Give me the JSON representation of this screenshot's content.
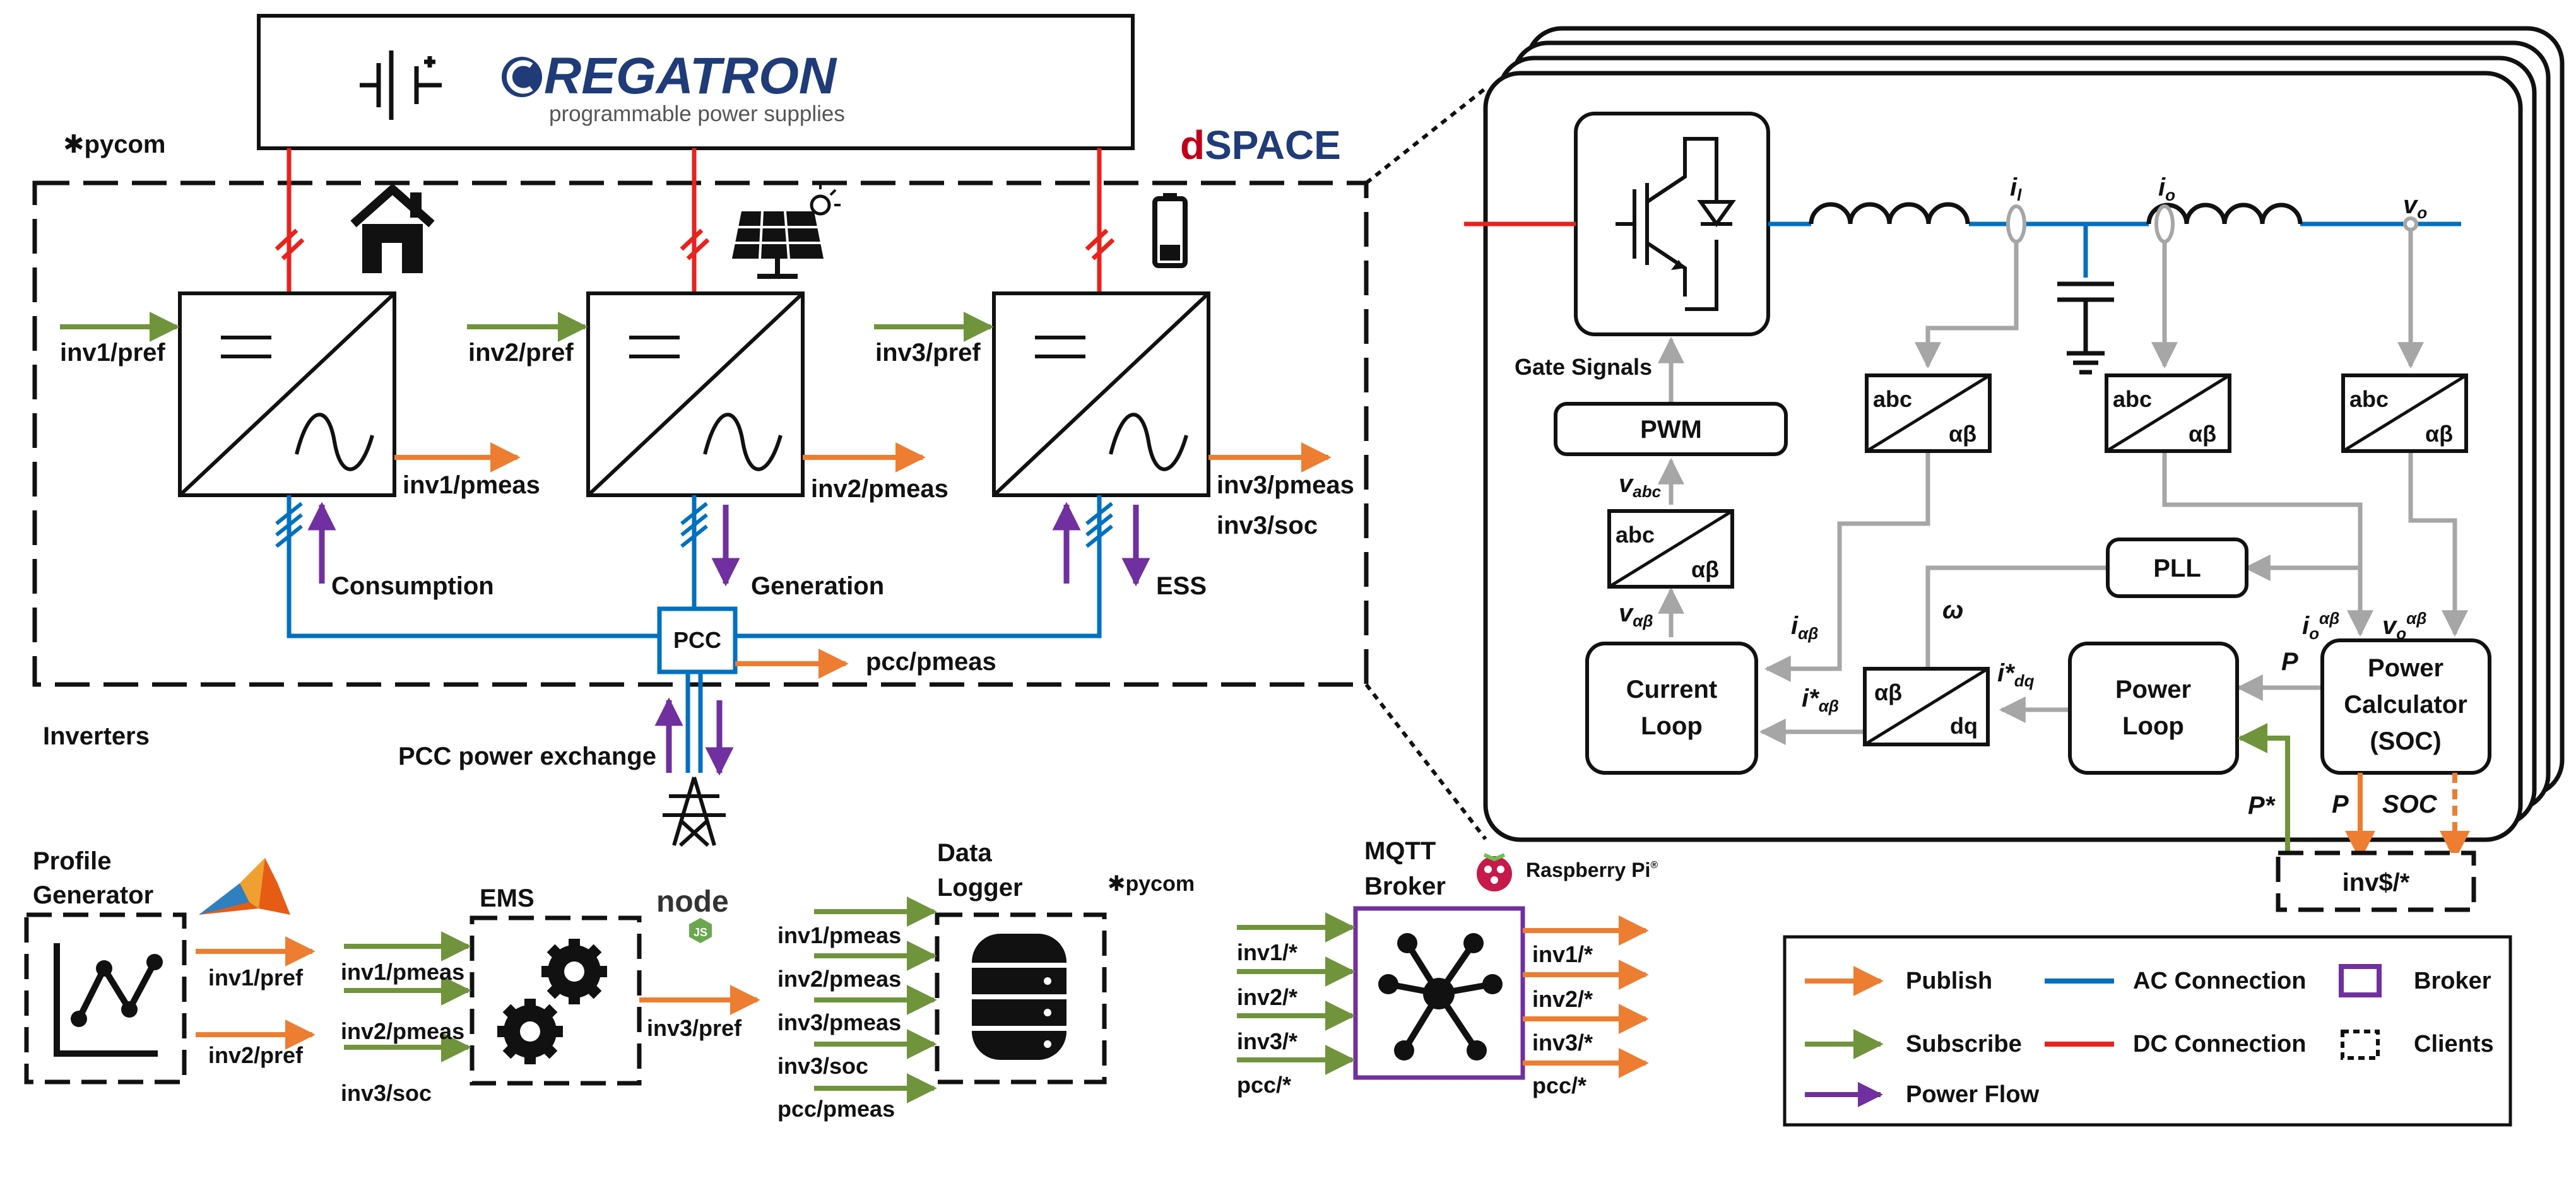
{
  "colors": {
    "ac": "#0070c0",
    "dc": "#e8221d",
    "publish": "#ed7d31",
    "subscribe": "#70943c",
    "power": "#7030a0",
    "control": "#a6a6a6",
    "regatron_blue": "#1f3b78",
    "dspace_red": "#c0001a",
    "dspace_blue": "#1f3b78"
  },
  "header": {
    "brand": "REGATRON",
    "tagline": "programmable power supplies",
    "dspace_d": "d",
    "dspace_rest": "SPACE",
    "pycom": "pycom"
  },
  "inverters": {
    "section_label": "Inverters",
    "inv1": {
      "input": "inv1/pref",
      "output": "inv1/pmeas",
      "flow_label": "Consumption",
      "icon": "house-icon"
    },
    "inv2": {
      "input": "inv2/pref",
      "output": "inv2/pmeas",
      "flow_label": "Generation",
      "icon": "solar-panel-icon"
    },
    "inv3": {
      "input": "inv3/pref",
      "output": "inv3/pmeas",
      "output2": "inv3/soc",
      "flow_label": "ESS",
      "icon": "battery-icon"
    },
    "pcc": {
      "label": "PCC",
      "output": "pcc/pmeas",
      "exchange_label": "PCC power exchange",
      "grid_icon": "transmission-tower-icon"
    }
  },
  "control": {
    "blocks": {
      "pwm": "PWM",
      "pll": "PLL",
      "current_loop": [
        "Current",
        "Loop"
      ],
      "power_loop": [
        "Power",
        "Loop"
      ],
      "power_calc": [
        "Power",
        "Calculator",
        "(SOC)"
      ],
      "abc": "abc",
      "alphabeta": "αβ",
      "dq": "dq"
    },
    "gate_signals": "Gate Signals",
    "labels": {
      "il": "i",
      "il_sub": "l",
      "io": "i",
      "io_sub": "o",
      "vo": "v",
      "vo_sub": "o",
      "vabc": "v",
      "vabc_sub": "abc",
      "vab": "v",
      "vab_sub": "αβ",
      "iab": "i",
      "iab_sub": "αβ",
      "omega": "ω",
      "istar_ab": "i*",
      "istar_ab_sub": "αβ",
      "istar_dq": "i*",
      "istar_dq_sub": "dq",
      "io_ab": "i",
      "io_ab_sub": "o",
      "io_ab_sup": "αβ",
      "vo_ab": "v",
      "vo_ab_sub": "o",
      "vo_ab_sup": "αβ",
      "p": "P",
      "p_out": "P",
      "soc": "SOC",
      "pstar": "P*"
    },
    "client_box": "inv$/*"
  },
  "bottom": {
    "profile_generator": {
      "title": [
        "Profile",
        "Generator"
      ],
      "outputs": [
        "inv1/pref",
        "inv2/pref"
      ],
      "icon": "matlab-icon"
    },
    "ems": {
      "title": "EMS",
      "inputs": [
        "inv1/pmeas",
        "inv2/pmeas",
        "inv3/soc"
      ],
      "output": "inv3/pref",
      "icon": "nodejs-icon",
      "node_word": "node",
      "node_badge": "JS"
    },
    "data_logger": {
      "title": [
        "Data",
        "Logger"
      ],
      "inputs": [
        "inv1/pmeas",
        "inv2/pmeas",
        "inv3/pmeas",
        "inv3/soc",
        "pcc/pmeas"
      ],
      "pycom": "pycom"
    },
    "mqtt": {
      "title": [
        "MQTT",
        "Broker"
      ],
      "inputs": [
        "inv1/*",
        "inv2/*",
        "inv3/*",
        "pcc/*"
      ],
      "outputs": [
        "inv1/*",
        "inv2/*",
        "inv3/*",
        "pcc/*"
      ],
      "rpi": "Raspberry Pi",
      "rpi_mark": "®"
    }
  },
  "legend": {
    "publish": "Publish",
    "subscribe": "Subscribe",
    "power_flow": "Power Flow",
    "ac": "AC Connection",
    "dc": "DC Connection",
    "broker": "Broker",
    "clients": "Clients"
  }
}
